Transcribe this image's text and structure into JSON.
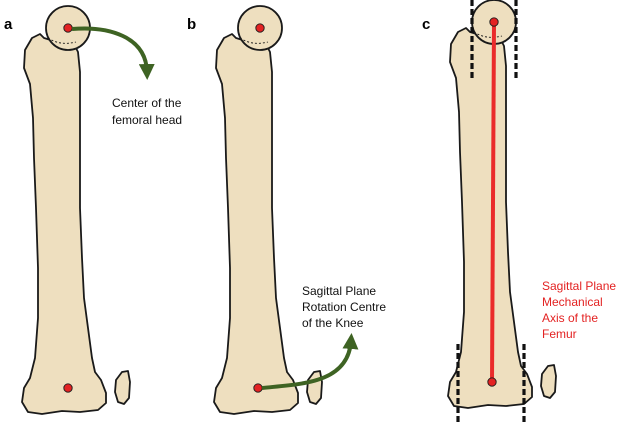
{
  "panels": {
    "a": {
      "letter": "a",
      "label_lines": [
        "Center of the",
        "femoral head"
      ]
    },
    "b": {
      "letter": "b",
      "label_lines": [
        "Sagittal Plane",
        "Rotation Centre",
        "of the Knee"
      ]
    },
    "c": {
      "letter": "c",
      "label_lines": [
        "Sagittal Plane",
        "Mechanical",
        "Axis of the",
        "Femur"
      ]
    }
  },
  "colors": {
    "bone_fill": "#eedfbf",
    "outline": "#1a1a1a",
    "marker_red": "#e32222",
    "arrow_green": "#3e6323",
    "axis_red": "#ea2b2b",
    "label_red": "#e32222"
  }
}
